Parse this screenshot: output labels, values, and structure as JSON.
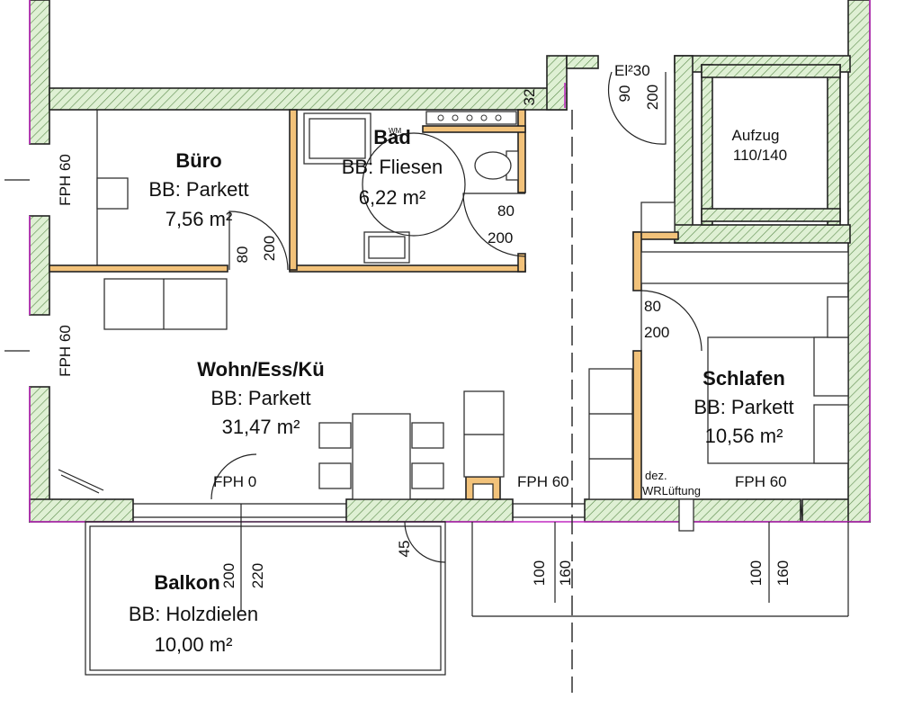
{
  "plan": {
    "rooms": [
      {
        "id": "buero",
        "name": "Büro",
        "floor": "BB: Parkett",
        "area": "7,56 m²"
      },
      {
        "id": "bad",
        "name": "Bad",
        "floor": "BB: Fliesen",
        "area": "6,22 m²"
      },
      {
        "id": "wohn",
        "name": "Wohn/Ess/Kü",
        "floor": "BB: Parkett",
        "area": "31,47 m²"
      },
      {
        "id": "schlafen",
        "name": "Schlafen",
        "floor": "BB: Parkett",
        "area": "10,56 m²"
      },
      {
        "id": "balkon",
        "name": "Balkon",
        "floor": "BB: Holzdielen",
        "area": "10,00 m²"
      },
      {
        "id": "aufzug",
        "name": "Aufzug",
        "floor": "",
        "area": "110/140"
      }
    ],
    "labels": {
      "fph60_a": "FPH 60",
      "fph60_b": "FPH 60",
      "fph0": "FPH 0",
      "fph60_c": "FPH 60",
      "fph60_d": "FPH 60",
      "dez": "dez.",
      "wrl": "WRLüftung",
      "el": "El²30",
      "wm": "WM"
    },
    "dims": {
      "d_32": "32",
      "d_90": "90",
      "d_200a": "200",
      "d_80a": "80",
      "d_200b": "200",
      "d_80b": "80",
      "d_200c": "200",
      "d_80c": "80",
      "d_200d": "200",
      "d_45": "45",
      "d_200e": "200",
      "d_220": "220",
      "d_100a": "100",
      "d_160a": "160",
      "d_100b": "100",
      "d_160b": "160"
    }
  }
}
